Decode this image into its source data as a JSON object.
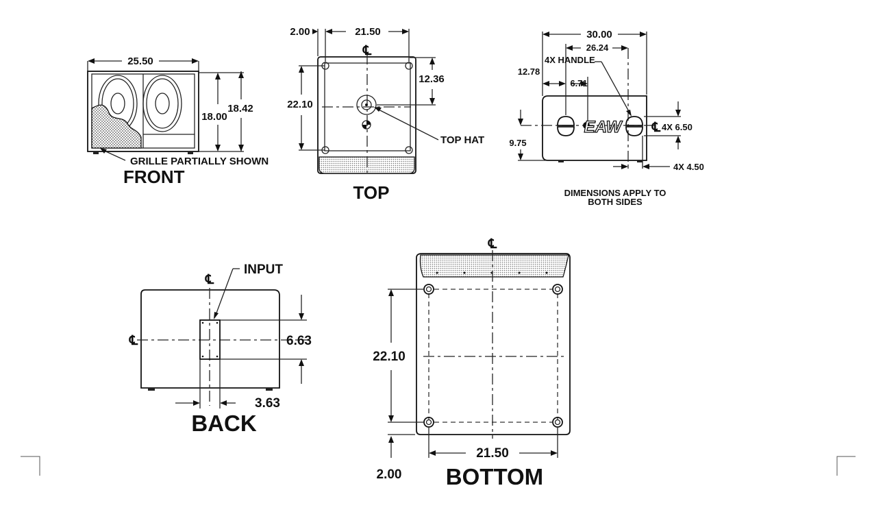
{
  "views": {
    "front": {
      "title": "FRONT",
      "dim_width": "25.50",
      "dim_height_inner": "18.00",
      "dim_height_outer": "18.42",
      "note": "GRILLE PARTIALLY SHOWN"
    },
    "top": {
      "title": "TOP",
      "dim_offset": "2.00",
      "dim_width": "21.50",
      "dim_depth": "22.10",
      "dim_hat": "12.36",
      "centerline": "℄",
      "label_tophat": "TOP HAT"
    },
    "side": {
      "dim_depth": "30.00",
      "dim_handle_pos": "26.24",
      "label_handle": "4X HANDLE",
      "dim_12_78": "12.78",
      "dim_6_71": "6.71",
      "dim_9_75": "9.75",
      "dim_6_50": "4X 6.50",
      "dim_4_50": "4X 4.50",
      "centerline": "℄",
      "logo": "EAW",
      "note_line1": "DIMENSIONS APPLY TO",
      "note_line2": "BOTH SIDES"
    },
    "back": {
      "title": "BACK",
      "label_input": "INPUT",
      "dim_height": "6.63",
      "dim_width": "3.63",
      "centerline_v": "℄",
      "centerline_h": "℄"
    },
    "bottom": {
      "title": "BOTTOM",
      "dim_depth": "22.10",
      "dim_width": "21.50",
      "dim_offset": "2.00",
      "centerline": "℄"
    }
  }
}
